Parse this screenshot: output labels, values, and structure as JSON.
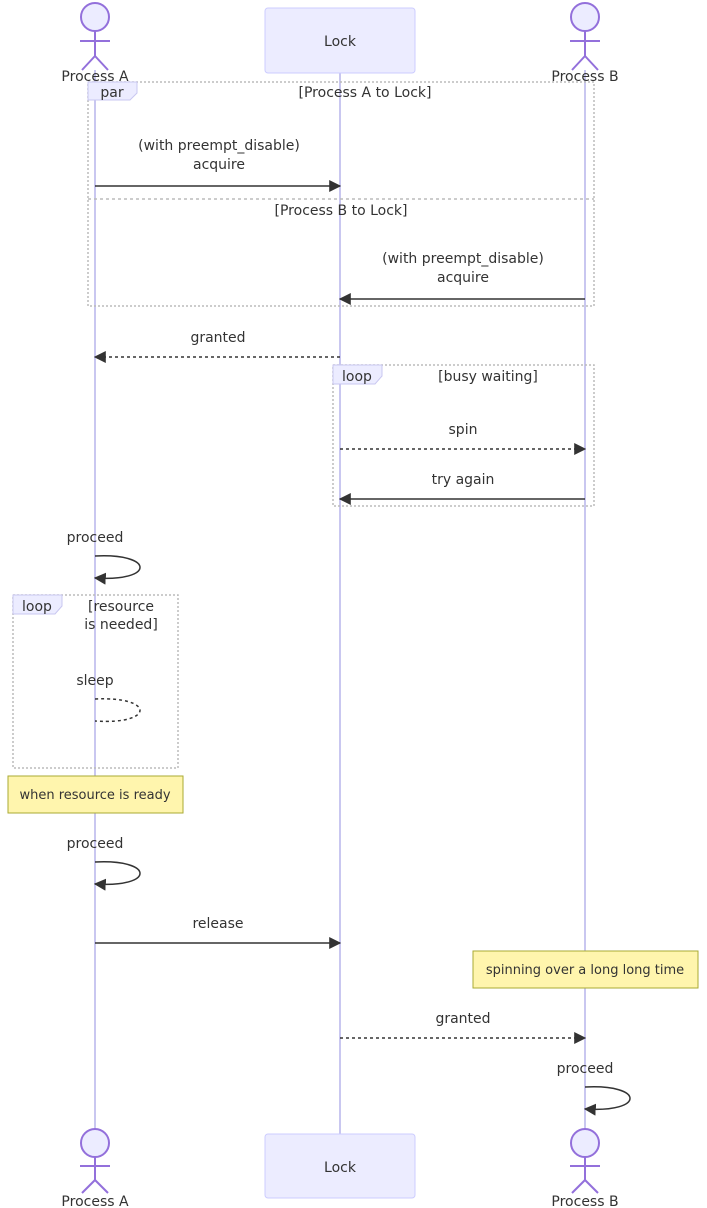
{
  "participants": {
    "process_a": "Process A",
    "lock": "Lock",
    "process_b": "Process B"
  },
  "blocks": {
    "par": {
      "keyword": "par",
      "section1": "[Process A to Lock]",
      "section2": "[Process B to Lock]"
    },
    "loop_busy": {
      "keyword": "loop",
      "condition": "[busy waiting]"
    },
    "loop_resource": {
      "keyword": "loop",
      "condition_line1": "[resource",
      "condition_line2": "is needed]"
    }
  },
  "messages": {
    "a_acquire_line1": "(with preempt_disable)",
    "a_acquire_line2": "acquire",
    "b_acquire_line1": "(with preempt_disable)",
    "b_acquire_line2": "acquire",
    "granted_a": "granted",
    "spin": "spin",
    "try_again": "try again",
    "proceed_1": "proceed",
    "sleep": "sleep",
    "proceed_2": "proceed",
    "release": "release",
    "granted_b": "granted",
    "proceed_b": "proceed"
  },
  "notes": {
    "resource_ready": "when resource is ready",
    "spinning": "spinning over a long long time"
  },
  "colors": {
    "lifeline": "#c9c7f0",
    "actor_fill": "#ececff",
    "actor_stroke": "#9370db",
    "box_fill": "#ececff",
    "box_stroke": "#ccccff",
    "note_fill": "#fff5ad",
    "note_stroke": "#aaaa33",
    "arrow": "#333333",
    "block_border": "#bbbbbb"
  }
}
